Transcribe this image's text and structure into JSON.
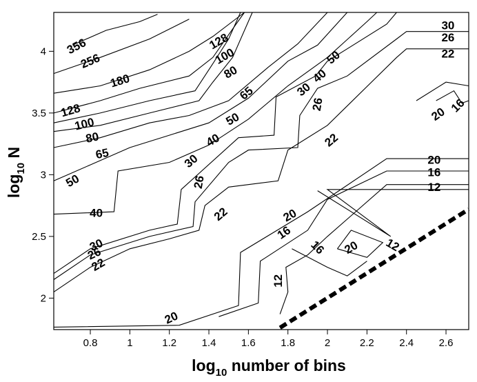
{
  "chart_data": {
    "type": "contour",
    "xlabel": {
      "base": "log",
      "sub": "10",
      "rest": " number of bins"
    },
    "ylabel": {
      "base": "log",
      "sub": "10",
      "rest": " N"
    },
    "xlim": [
      0.615,
      2.715
    ],
    "ylim": [
      1.745,
      4.315
    ],
    "xticks": [
      0.8,
      1,
      1.2,
      1.4,
      1.6,
      1.8,
      2,
      2.2,
      2.4,
      2.6
    ],
    "xtick_labels": [
      "0.8",
      "1",
      "1.2",
      "1.4",
      "1.6",
      "1.8",
      "2",
      "2.2",
      "2.4",
      "2.6"
    ],
    "yticks": [
      2,
      2.5,
      3,
      3.5,
      4
    ],
    "ytick_labels": [
      "2",
      "2.5",
      "3",
      "3.5",
      "4"
    ],
    "grid": false,
    "contours": [
      {
        "level": 356,
        "points": [
          [
            0.71,
            4.05
          ],
          [
            0.88,
            4.17
          ],
          [
            1.05,
            4.24
          ],
          [
            1.14,
            4.3
          ]
        ]
      },
      {
        "level": 256,
        "points": [
          [
            0.615,
            3.82
          ],
          [
            0.85,
            3.95
          ],
          [
            1.1,
            4.1
          ],
          [
            1.3,
            4.26
          ]
        ]
      },
      {
        "level": 180,
        "points": [
          [
            0.615,
            3.66
          ],
          [
            0.85,
            3.72
          ],
          [
            1.1,
            3.85
          ],
          [
            1.3,
            4.0
          ],
          [
            1.42,
            4.12
          ],
          [
            1.58,
            4.315
          ]
        ]
      },
      {
        "level": 128,
        "points": [
          [
            0.615,
            3.5
          ],
          [
            0.85,
            3.6
          ],
          [
            1.05,
            3.7
          ],
          [
            1.3,
            3.8
          ],
          [
            1.42,
            3.95
          ],
          [
            1.52,
            4.18
          ],
          [
            1.58,
            4.315
          ]
        ]
      },
      {
        "level": 100,
        "points": [
          [
            0.615,
            3.42
          ],
          [
            0.85,
            3.5
          ],
          [
            1.1,
            3.6
          ],
          [
            1.33,
            3.68
          ],
          [
            1.42,
            3.9
          ],
          [
            1.5,
            4.1
          ],
          [
            1.56,
            4.315
          ]
        ]
      },
      {
        "level": 80,
        "points": [
          [
            0.615,
            3.35
          ],
          [
            0.85,
            3.4
          ],
          [
            1.1,
            3.5
          ],
          [
            1.35,
            3.6
          ],
          [
            1.42,
            3.75
          ],
          [
            1.52,
            3.95
          ],
          [
            1.62,
            4.315
          ]
        ]
      },
      {
        "level": 65,
        "points": [
          [
            0.615,
            3.22
          ],
          [
            0.85,
            3.3
          ],
          [
            1.1,
            3.42
          ],
          [
            1.3,
            3.48
          ],
          [
            1.5,
            3.6
          ],
          [
            1.7,
            3.87
          ],
          [
            1.85,
            4.06
          ],
          [
            2.0,
            4.315
          ]
        ]
      },
      {
        "level": 50,
        "points": [
          [
            0.615,
            2.95
          ],
          [
            0.8,
            3.08
          ],
          [
            1.0,
            3.22
          ],
          [
            1.2,
            3.32
          ],
          [
            1.4,
            3.42
          ],
          [
            1.6,
            3.62
          ],
          [
            1.8,
            3.92
          ],
          [
            1.95,
            4.05
          ],
          [
            2.1,
            4.315
          ]
        ]
      },
      {
        "level": 40,
        "points": [
          [
            0.615,
            2.68
          ],
          [
            0.92,
            2.7
          ],
          [
            0.94,
            3.03
          ],
          [
            1.2,
            3.1
          ],
          [
            1.4,
            3.24
          ],
          [
            1.6,
            3.45
          ],
          [
            1.8,
            3.72
          ],
          [
            2.0,
            3.95
          ],
          [
            2.2,
            4.24
          ],
          [
            2.25,
            4.315
          ]
        ]
      },
      {
        "level": 30,
        "points": [
          [
            0.615,
            2.2
          ],
          [
            0.8,
            2.4
          ],
          [
            1.1,
            2.55
          ],
          [
            1.24,
            2.6
          ],
          [
            1.26,
            2.88
          ],
          [
            1.55,
            3.3
          ],
          [
            1.73,
            3.32
          ],
          [
            1.74,
            3.63
          ],
          [
            1.94,
            3.8
          ],
          [
            2.0,
            3.92
          ],
          [
            2.3,
            4.22
          ],
          [
            2.35,
            4.315
          ]
        ]
      },
      {
        "level": 26,
        "points": [
          [
            0.615,
            2.15
          ],
          [
            0.8,
            2.35
          ],
          [
            1.1,
            2.5
          ],
          [
            1.32,
            2.58
          ],
          [
            1.33,
            2.78
          ],
          [
            1.5,
            3.1
          ],
          [
            1.6,
            3.2
          ],
          [
            1.85,
            3.22
          ],
          [
            1.86,
            3.48
          ],
          [
            1.95,
            3.7
          ],
          [
            2.1,
            3.8
          ],
          [
            2.35,
            4.1
          ],
          [
            2.4,
            4.16
          ],
          [
            2.715,
            4.16
          ]
        ]
      },
      {
        "level": 22,
        "points": [
          [
            0.615,
            2.05
          ],
          [
            0.8,
            2.25
          ],
          [
            1.0,
            2.4
          ],
          [
            1.2,
            2.48
          ],
          [
            1.35,
            2.55
          ],
          [
            1.38,
            2.75
          ],
          [
            1.5,
            2.9
          ],
          [
            1.75,
            2.95
          ],
          [
            1.8,
            3.2
          ],
          [
            2.0,
            3.4
          ],
          [
            2.35,
            3.95
          ],
          [
            2.4,
            4.02
          ],
          [
            2.715,
            4.02
          ]
        ]
      },
      {
        "level": 20,
        "points": [
          [
            0.615,
            1.765
          ],
          [
            1.25,
            1.78
          ],
          [
            1.55,
            1.94
          ],
          [
            1.56,
            2.37
          ],
          [
            1.9,
            2.7
          ],
          [
            2.3,
            3.13
          ],
          [
            2.715,
            3.13
          ]
        ]
      },
      {
        "level": 16,
        "points": [
          [
            1.45,
            1.85
          ],
          [
            1.65,
            1.96
          ],
          [
            1.66,
            2.3
          ],
          [
            1.9,
            2.55
          ],
          [
            2.0,
            2.8
          ],
          [
            2.3,
            3.03
          ],
          [
            2.715,
            3.03
          ]
        ]
      },
      {
        "level": 12,
        "points": [
          [
            1.76,
            1.87
          ],
          [
            1.8,
            2.05
          ],
          [
            1.79,
            2.25
          ],
          [
            1.9,
            2.35
          ],
          [
            2.0,
            2.5
          ],
          [
            2.3,
            2.92
          ],
          [
            2.715,
            2.92
          ]
        ]
      },
      {
        "level": 12,
        "points": [
          [
            1.95,
            2.87
          ],
          [
            2.32,
            2.5
          ],
          [
            2.0,
            2.88
          ],
          [
            2.715,
            2.88
          ]
        ]
      },
      {
        "level": 20,
        "points": [
          [
            2.05,
            2.4
          ],
          [
            2.12,
            2.55
          ],
          [
            2.28,
            2.45
          ],
          [
            2.2,
            2.33
          ],
          [
            2.05,
            2.4
          ]
        ]
      },
      {
        "level": 16,
        "points": [
          [
            1.82,
            2.4
          ],
          [
            2.0,
            2.25
          ],
          [
            2.1,
            2.18
          ],
          [
            2.2,
            2.3
          ]
        ]
      },
      {
        "level": 20,
        "points": [
          [
            2.45,
            3.6
          ],
          [
            2.6,
            3.75
          ],
          [
            2.715,
            3.72
          ]
        ]
      },
      {
        "level": 16,
        "points": [
          [
            2.55,
            3.6
          ],
          [
            2.64,
            3.68
          ],
          [
            2.68,
            3.58
          ],
          [
            2.715,
            3.6
          ]
        ]
      }
    ],
    "contour_labels": [
      {
        "text": "356",
        "x": 0.73,
        "y": 4.04,
        "rot": -28
      },
      {
        "text": "256",
        "x": 0.8,
        "y": 3.92,
        "rot": -23
      },
      {
        "text": "180",
        "x": 0.95,
        "y": 3.76,
        "rot": -17
      },
      {
        "text": "128",
        "x": 0.7,
        "y": 3.52,
        "rot": -16
      },
      {
        "text": "100",
        "x": 0.77,
        "y": 3.41,
        "rot": -14
      },
      {
        "text": "80",
        "x": 0.81,
        "y": 3.3,
        "rot": -12
      },
      {
        "text": "65",
        "x": 0.86,
        "y": 3.17,
        "rot": -12
      },
      {
        "text": "50",
        "x": 0.71,
        "y": 2.95,
        "rot": -30
      },
      {
        "text": "40",
        "x": 0.83,
        "y": 2.69,
        "rot": 0
      },
      {
        "text": "30",
        "x": 0.83,
        "y": 2.43,
        "rot": -25
      },
      {
        "text": "26",
        "x": 0.82,
        "y": 2.36,
        "rot": -25
      },
      {
        "text": "22",
        "x": 0.84,
        "y": 2.27,
        "rot": -30
      },
      {
        "text": "128",
        "x": 1.45,
        "y": 4.08,
        "rot": -30
      },
      {
        "text": "100",
        "x": 1.48,
        "y": 3.96,
        "rot": -30
      },
      {
        "text": "80",
        "x": 1.51,
        "y": 3.83,
        "rot": -30
      },
      {
        "text": "65",
        "x": 1.59,
        "y": 3.66,
        "rot": -40
      },
      {
        "text": "50",
        "x": 1.52,
        "y": 3.45,
        "rot": -30
      },
      {
        "text": "40",
        "x": 1.42,
        "y": 3.28,
        "rot": -30
      },
      {
        "text": "30",
        "x": 1.31,
        "y": 3.11,
        "rot": -40
      },
      {
        "text": "26",
        "x": 1.35,
        "y": 2.94,
        "rot": -80
      },
      {
        "text": "22",
        "x": 1.46,
        "y": 2.68,
        "rot": -40
      },
      {
        "text": "50",
        "x": 2.03,
        "y": 3.95,
        "rot": -40
      },
      {
        "text": "40",
        "x": 1.96,
        "y": 3.8,
        "rot": -40
      },
      {
        "text": "30",
        "x": 1.88,
        "y": 3.69,
        "rot": -40
      },
      {
        "text": "26",
        "x": 1.95,
        "y": 3.57,
        "rot": -80
      },
      {
        "text": "22",
        "x": 2.02,
        "y": 3.28,
        "rot": -40
      },
      {
        "text": "20",
        "x": 1.21,
        "y": 1.84,
        "rot": -25
      },
      {
        "text": "20",
        "x": 1.81,
        "y": 2.67,
        "rot": -30
      },
      {
        "text": "16",
        "x": 1.78,
        "y": 2.53,
        "rot": -35
      },
      {
        "text": "12",
        "x": 1.75,
        "y": 2.14,
        "rot": -90
      },
      {
        "text": "16",
        "x": 1.95,
        "y": 2.41,
        "rot": 45
      },
      {
        "text": "20",
        "x": 2.12,
        "y": 2.41,
        "rot": -30
      },
      {
        "text": "12",
        "x": 2.33,
        "y": 2.43,
        "rot": 30
      },
      {
        "text": "30",
        "x": 2.61,
        "y": 4.21,
        "rot": 0
      },
      {
        "text": "26",
        "x": 2.61,
        "y": 4.11,
        "rot": 0
      },
      {
        "text": "22",
        "x": 2.61,
        "y": 3.98,
        "rot": 0
      },
      {
        "text": "16",
        "x": 2.66,
        "y": 3.56,
        "rot": -45
      },
      {
        "text": "20",
        "x": 2.56,
        "y": 3.49,
        "rot": -35
      },
      {
        "text": "20",
        "x": 2.54,
        "y": 3.12,
        "rot": 0
      },
      {
        "text": "16",
        "x": 2.54,
        "y": 3.02,
        "rot": 0
      },
      {
        "text": "12",
        "x": 2.54,
        "y": 2.9,
        "rot": 0
      }
    ],
    "boundary": {
      "style": "dashed",
      "points": [
        [
          1.76,
          1.76
        ],
        [
          2.715,
          2.72
        ]
      ]
    }
  }
}
